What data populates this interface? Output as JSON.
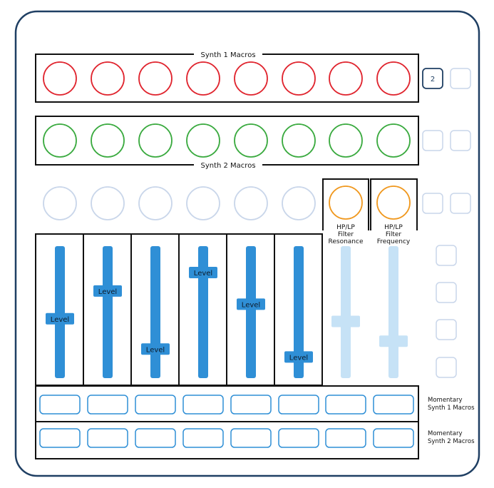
{
  "labels": {
    "synth1_macros": "Synth 1 Macros",
    "synth2_macros": "Synth 2 Macros",
    "filter_resonance": [
      "HP/LP",
      "Filter",
      "Resonance"
    ],
    "filter_frequency": [
      "HP/LP",
      "Filter",
      "Frequency"
    ],
    "momentary_synth1": [
      "Momentary",
      "Synth 1 Macros"
    ],
    "momentary_synth2": [
      "Momentary",
      "Synth 2 Macros"
    ],
    "page_button": "2"
  },
  "faders": [
    {
      "label": "Level",
      "level": 0.45,
      "active": true
    },
    {
      "label": "Level",
      "level": 0.66,
      "active": true
    },
    {
      "label": "Level",
      "level": 0.22,
      "active": true
    },
    {
      "label": "Level",
      "level": 0.8,
      "active": true
    },
    {
      "label": "Level",
      "level": 0.56,
      "active": true
    },
    {
      "label": "Level",
      "level": 0.16,
      "active": true
    },
    {
      "label": "",
      "level": 0.43,
      "active": false
    },
    {
      "label": "",
      "level": 0.28,
      "active": false
    }
  ],
  "colors": {
    "outline": "#1f3f63",
    "synth1_knob": "#e0242e",
    "synth2_knob": "#3aaa3f",
    "filter_knob": "#f0981e",
    "inactive_knob": "#c9d6ea",
    "fader_active": "#2f8fd6",
    "fader_inactive": "#c6e2f6",
    "pad_active": "#2f8fd6",
    "pad_inactive": "#c9d6ea"
  }
}
